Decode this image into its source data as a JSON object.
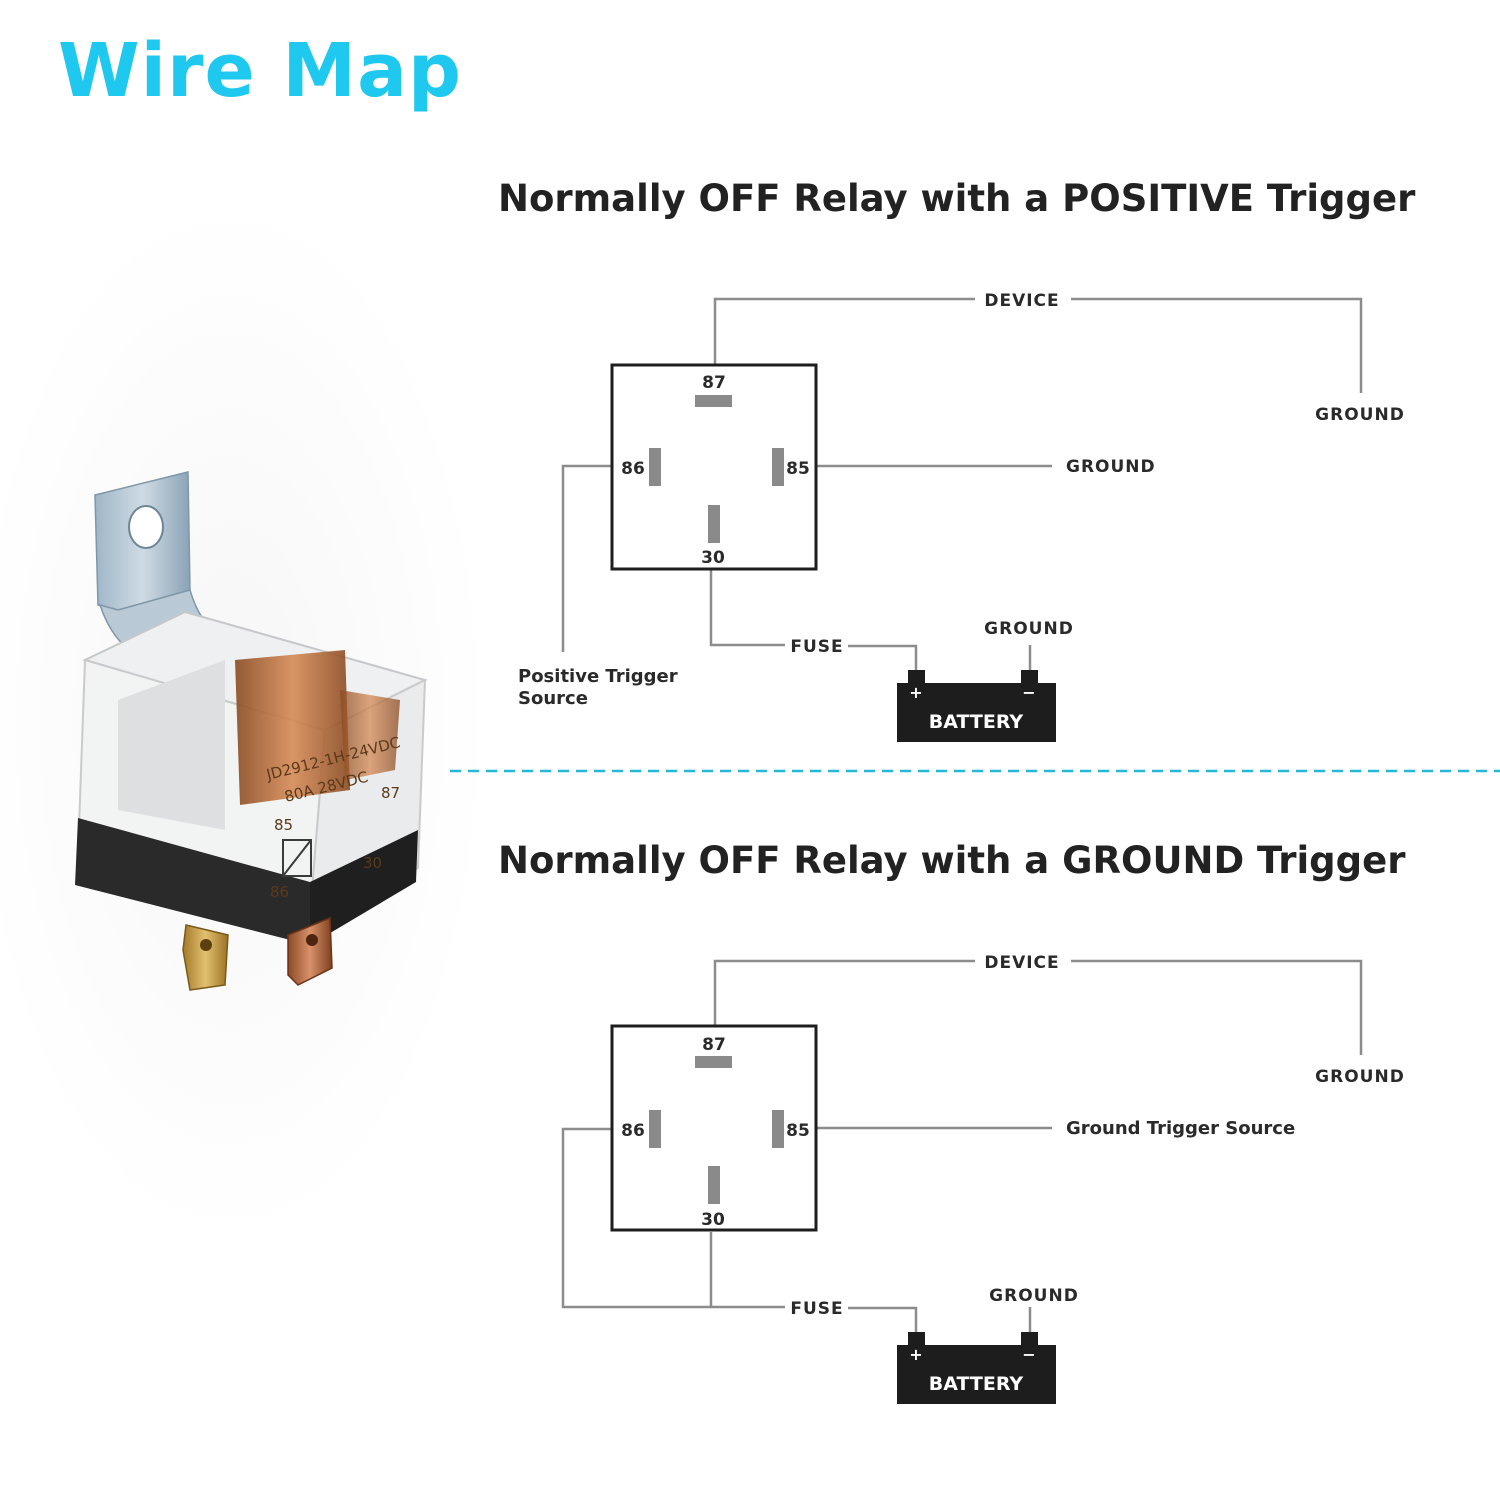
{
  "page": {
    "title": "Wire Map",
    "title_color": "#1ec8ee"
  },
  "divider": {
    "color": "#27b8d8",
    "style": "dashed"
  },
  "relay_photo": {
    "label_model": "JD2912-1H-24VDC",
    "label_rating": "80A 28VDC",
    "pin_labels": [
      "85",
      "87",
      "86",
      "30"
    ]
  },
  "diagrams": [
    {
      "title": "Normally OFF Relay with a POSITIVE Trigger",
      "pins": {
        "p87": "87",
        "p86": "86",
        "p85": "85",
        "p30": "30"
      },
      "labels": {
        "device": "DEVICE",
        "device_ground": "GROUND",
        "pin85_connection": "GROUND",
        "pin86_connection_line1": "Positive Trigger",
        "pin86_connection_line2": "Source",
        "fuse": "FUSE",
        "battery_ground": "GROUND"
      },
      "battery": {
        "label": "BATTERY",
        "plus": "+",
        "minus": "−"
      }
    },
    {
      "title": "Normally OFF Relay with a GROUND Trigger",
      "pins": {
        "p87": "87",
        "p86": "86",
        "p85": "85",
        "p30": "30"
      },
      "labels": {
        "device": "DEVICE",
        "device_ground": "GROUND",
        "pin85_connection": "Ground Trigger Source",
        "fuse": "FUSE",
        "battery_ground": "GROUND"
      },
      "battery": {
        "label": "BATTERY",
        "plus": "+",
        "minus": "−"
      }
    }
  ]
}
